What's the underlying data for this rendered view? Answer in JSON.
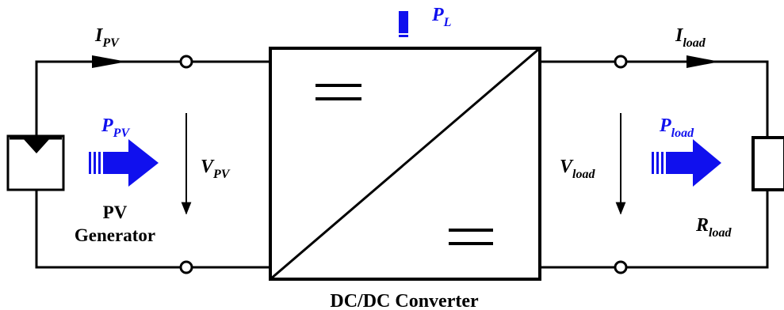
{
  "labels": {
    "current_pv": {
      "main": "I",
      "sub": "PV"
    },
    "power_pv": {
      "main": "P",
      "sub": "PV"
    },
    "voltage_pv": {
      "main": "V",
      "sub": "PV"
    },
    "power_loss": {
      "main": "P",
      "sub": "L"
    },
    "current_load": {
      "main": "I",
      "sub": "load"
    },
    "power_load": {
      "main": "P",
      "sub": "load"
    },
    "voltage_load": {
      "main": "V",
      "sub": "load"
    },
    "resistance_load": {
      "main": "R",
      "sub": "load"
    },
    "pv_generator_line1": "PV",
    "pv_generator_line2": "Generator",
    "converter": "DC/DC Converter"
  },
  "colors": {
    "power_arrow": "#1010ee",
    "wire": "#000000"
  }
}
